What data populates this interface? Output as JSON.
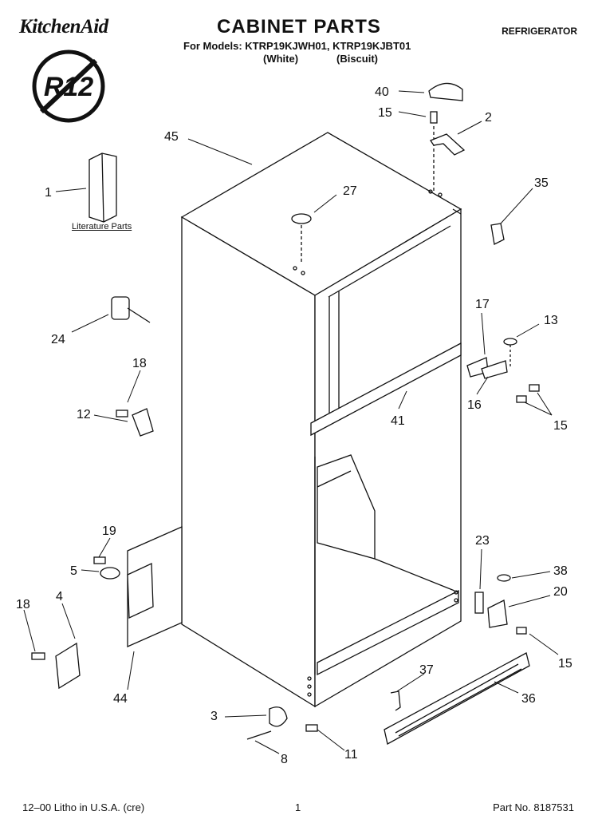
{
  "header": {
    "brand": "KitchenAid",
    "title": "CABINET PARTS",
    "models_line": "For Models: KTRP19KJWH01, KTRP19KJBT01",
    "variant_white": "(White)",
    "variant_biscuit": "(Biscuit)",
    "category": "REFRIGERATOR",
    "badge": "R12"
  },
  "literature_label": "Literature Parts",
  "callouts": [
    "40",
    "15",
    "2",
    "45",
    "27",
    "35",
    "1",
    "17",
    "13",
    "24",
    "18",
    "16",
    "15",
    "12",
    "41",
    "19",
    "23",
    "38",
    "5",
    "20",
    "4",
    "18",
    "15",
    "37",
    "44",
    "36",
    "3",
    "11",
    "8"
  ],
  "footer": {
    "left": "12–00 Litho in U.S.A. (cre)",
    "center": "1",
    "right": "Part No. 8187531"
  }
}
